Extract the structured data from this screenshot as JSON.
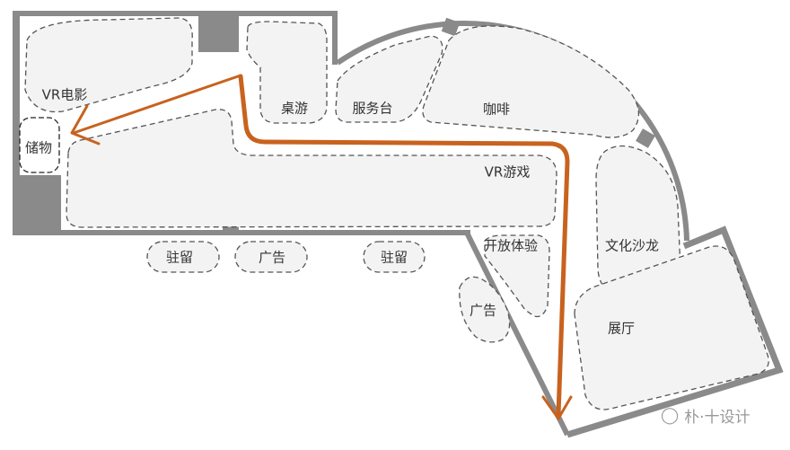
{
  "zones": [
    {
      "id": "vr-movie",
      "label": "VR电影"
    },
    {
      "id": "storage",
      "label": "储物"
    },
    {
      "id": "board-games",
      "label": "桌游"
    },
    {
      "id": "service-desk",
      "label": "服务台"
    },
    {
      "id": "coffee",
      "label": "咖啡"
    },
    {
      "id": "vr-games",
      "label": "VR游戏"
    },
    {
      "id": "culture-salon",
      "label": "文化沙龙"
    },
    {
      "id": "open-experience",
      "label": "开放体验"
    },
    {
      "id": "stay-1",
      "label": "驻留"
    },
    {
      "id": "ad-1",
      "label": "广告"
    },
    {
      "id": "stay-2",
      "label": "驻留"
    },
    {
      "id": "ad-2",
      "label": "广告"
    },
    {
      "id": "exhibition",
      "label": "展厅"
    }
  ],
  "watermark": "朴·十设计",
  "colors": {
    "wall": "#8a8a8a",
    "zone_fill": "#f3f3f3",
    "zone_stroke": "#555555",
    "route": "#c8621e"
  }
}
